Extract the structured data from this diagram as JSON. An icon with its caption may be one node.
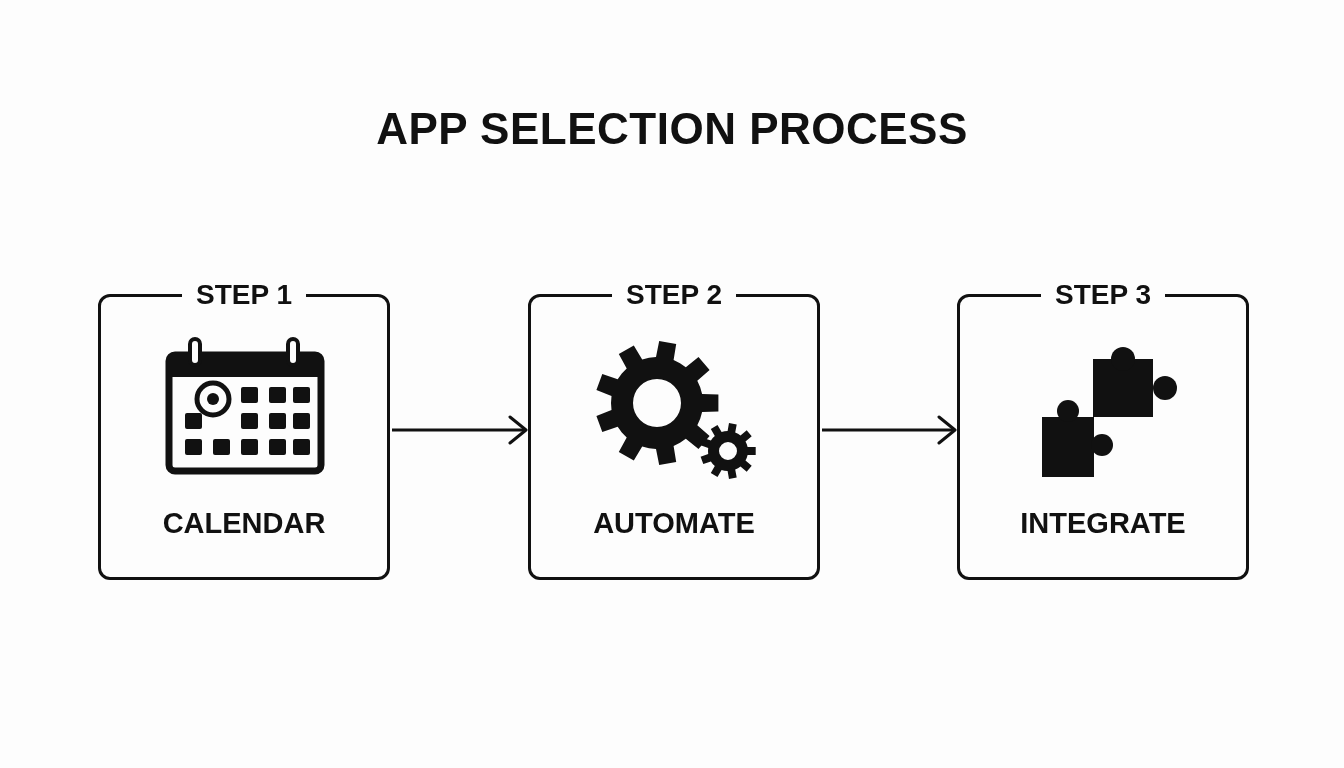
{
  "diagram": {
    "title": "APP SELECTION PROCESS",
    "nodes": [
      {
        "text": [
          "STEP 1",
          "CALENDAR"
        ]
      },
      {
        "text": [
          "STEP 2",
          "AUTOMATE"
        ]
      },
      {
        "text": [
          "STEP 3",
          "INTEGRATE"
        ]
      }
    ],
    "edges": [
      {
        "from": 0,
        "to": 1,
        "arrow": "to"
      },
      {
        "from": 1,
        "to": 2,
        "arrow": "to"
      }
    ]
  }
}
